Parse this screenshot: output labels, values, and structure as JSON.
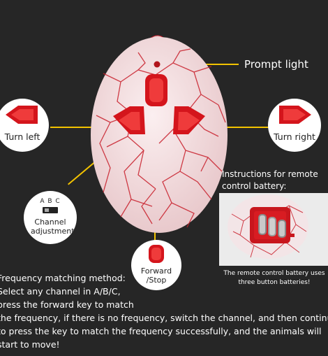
{
  "labels": {
    "prompt_light": "Prompt light",
    "turn_left": "Turn left",
    "turn_right": "Turn right",
    "channel_adjustment": "Channel adjustment",
    "channel_letters": "A B C",
    "forward_stop": "Forward /Stop"
  },
  "battery_info": {
    "heading": "Instructions for remote control battery:",
    "caption": "The remote control battery uses three button batteries!"
  },
  "instructions": {
    "lines": [
      "Frequency matching method:",
      "Select any channel in A/B/C,",
      "press the forward key to match",
      "the frequency, if there is no frequency, switch the channel, and then continue",
      "to press the key to match the frequency successfully, and the animals will",
      "start to move!"
    ]
  },
  "colors": {
    "background": "#262626",
    "leader_line": "#f2c200",
    "button_red": "#e11a1a",
    "crack_red": "#c81e2a"
  }
}
